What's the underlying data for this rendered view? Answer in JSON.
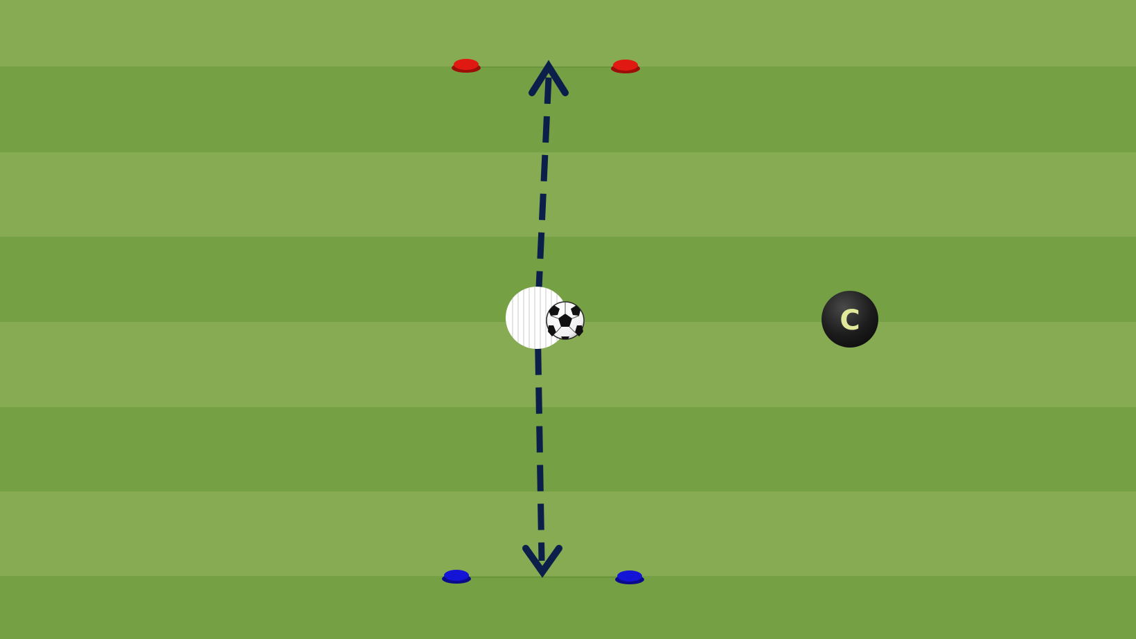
{
  "pitch": {
    "stripe_light": "#86ab52",
    "stripe_dark": "#76a044",
    "stripe_count": 8
  },
  "cones": [
    {
      "name": "red-cone-left",
      "color": "#e01a12",
      "shadow": "#9c0e08"
    },
    {
      "name": "red-cone-right",
      "color": "#e01a12",
      "shadow": "#9c0e08"
    },
    {
      "name": "blue-cone-left",
      "color": "#1414d6",
      "shadow": "#0a0a8a"
    },
    {
      "name": "blue-cone-right",
      "color": "#1414d6",
      "shadow": "#0a0a8a"
    }
  ],
  "movement_arrow": {
    "style": "dashed",
    "direction": "both",
    "color": "#0b1f4a"
  },
  "player": {
    "color": "#ffffff",
    "pattern": "vertical-stripes",
    "has_ball": true
  },
  "ball": {
    "icon": "soccer-ball-icon"
  },
  "coach": {
    "label": "C",
    "color": "#1c1c1c",
    "label_color": "#e2e89a"
  }
}
